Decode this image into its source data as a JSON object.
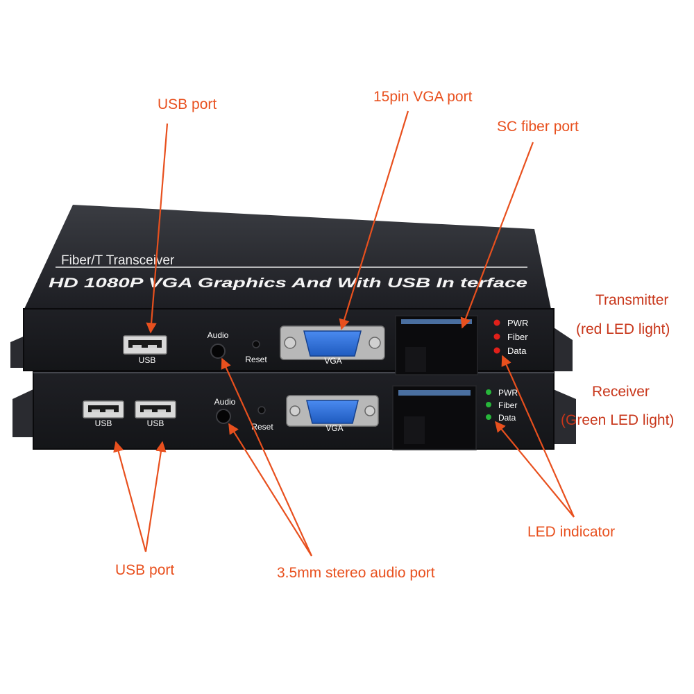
{
  "colors": {
    "callout": "#e8501e",
    "side_label": "#c8361a",
    "device_body": "#1b1c20",
    "device_top": "#2d2f35",
    "vga_blue": "#2c6fd6",
    "led_red": "#e0201a",
    "led_green": "#27b63a",
    "fiber_module": "#0d0d10"
  },
  "callouts": {
    "usb_port_top": "USB port",
    "vga_port": "15pin VGA port",
    "sc_fiber_port": "SC fiber port",
    "transmitter": "Transmitter",
    "transmitter_note": "(red LED light)",
    "receiver": "Receiver",
    "receiver_note": "(Green LED light)",
    "led_indicator": "LED indicator",
    "usb_port_bottom": "USB port",
    "audio_port": "3.5mm stereo audio port"
  },
  "transmitter_unit": {
    "title": "Fiber/T Transceiver",
    "subtitle": "HD 1080P VGA Graphics And With USB In terface",
    "usb_label": "USB",
    "audio_label": "Audio",
    "reset_label": "Reset",
    "vga_label": "VGA",
    "led_labels": [
      "PWR",
      "Fiber",
      "Data"
    ]
  },
  "receiver_unit": {
    "usb_labels": [
      "USB",
      "USB"
    ],
    "audio_label": "Audio",
    "reset_label": "Reset",
    "vga_label": "VGA",
    "led_labels": [
      "PWR",
      "Fiber",
      "Data"
    ]
  }
}
